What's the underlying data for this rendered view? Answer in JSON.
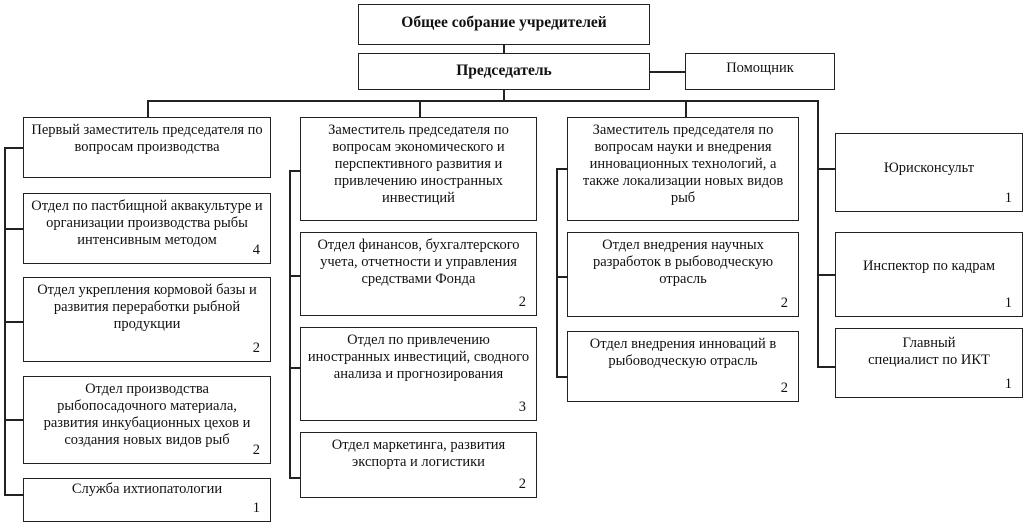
{
  "top": {
    "assembly": "Общее собрание учредителей",
    "chairman": "Председатель",
    "assistant": "Помощник"
  },
  "columns": [
    {
      "head": "Первый заместитель председателя по вопросам производства",
      "units": [
        {
          "name": "Отдел по пастбищной аквакультуре и организации производства рыбы интенсивным методом",
          "count": "4"
        },
        {
          "name": "Отдел укрепления кормовой базы и развития переработки рыбной продукции",
          "count": "2"
        },
        {
          "name": "Отдел производства рыбопосадочного материала, развития инкубационных цехов и создания новых видов рыб",
          "count": "2"
        },
        {
          "name": "Служба ихтиопатологии",
          "count": "1"
        }
      ]
    },
    {
      "head": "Заместитель председателя по вопросам экономического и перспективного развития и привлечению иностранных инвестиций",
      "units": [
        {
          "name": "Отдел финансов, бухгалтерского учета, отчетности и управления средствами Фонда",
          "count": "2"
        },
        {
          "name": "Отдел по привлечению иностранных инвестиций, сводного анализа и прогнозирования",
          "count": "3"
        },
        {
          "name": "Отдел маркетинга, развития экспорта и логистики",
          "count": "2"
        }
      ]
    },
    {
      "head": "Заместитель председателя по вопросам науки и внедрения инновационных технологий, а также локализации новых видов рыб",
      "units": [
        {
          "name": "Отдел внедрения научных разработок в рыбоводческую отрасль",
          "count": "2"
        },
        {
          "name": "Отдел внедрения инноваций в рыбоводческую отрасль",
          "count": "2"
        }
      ]
    }
  ],
  "staff": [
    {
      "name": "Юрисконсульт",
      "count": "1"
    },
    {
      "name": "Инспектор по кадрам",
      "count": "1"
    },
    {
      "name": "Главный специалист по ИКТ",
      "count": "1"
    }
  ]
}
